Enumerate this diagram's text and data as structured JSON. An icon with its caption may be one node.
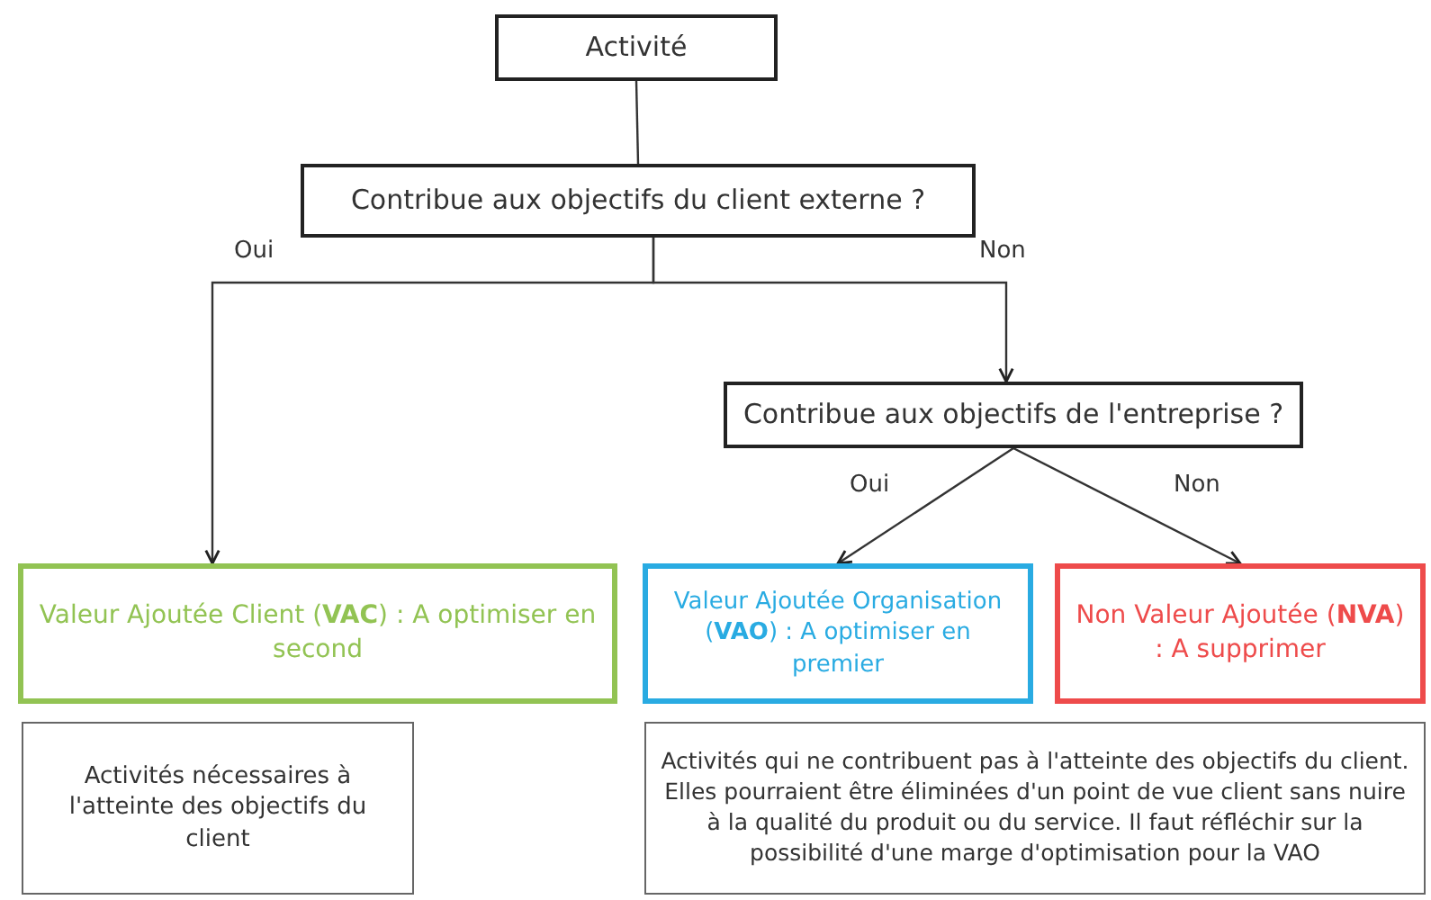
{
  "diagram": {
    "nodes": [
      {
        "text": [
          "Activité"
        ]
      },
      {
        "text": [
          "Contribue aux objectifs du client externe ?"
        ]
      },
      {
        "text": [
          "Contribue aux objectifs de l'entreprise ?"
        ]
      },
      {
        "text": [
          "Valeur Ajoutée Client (**VAC**) : A optimiser en second"
        ]
      },
      {
        "text": [
          "Valeur Ajoutée Organisation (**VAO**) : A optimiser en premier"
        ]
      },
      {
        "text": [
          "Non Valeur Ajoutée (**NVA**) : A supprimer"
        ]
      },
      {
        "text": [
          "Activités nécessaires à l'atteinte des objectifs du client"
        ]
      },
      {
        "text": [
          "Activités qui ne contribuent pas à l'atteinte des objectifs du client. Elles pourraient être éliminées d'un point de vue client sans nuire à la qualité du produit ou du service. Il faut réfléchir sur la possibilité d'une marge d'optimisation pour la VAO"
        ]
      }
    ],
    "edges": [
      {
        "from": 0,
        "to": 1,
        "arrow": "none"
      },
      {
        "from": 1,
        "to": 3,
        "arrow": "to",
        "label": "Oui"
      },
      {
        "from": 1,
        "to": 2,
        "arrow": "to",
        "label": "Non"
      },
      {
        "from": 2,
        "to": 4,
        "arrow": "to",
        "label": "Oui"
      },
      {
        "from": 2,
        "to": 5,
        "arrow": "to",
        "label": "Non"
      }
    ]
  }
}
